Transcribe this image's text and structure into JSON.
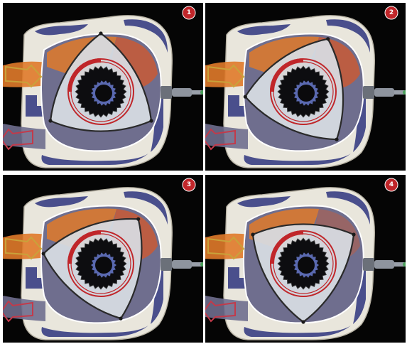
{
  "panels": [
    {
      "step": "1",
      "rotor_angle": 0
    },
    {
      "step": "2",
      "rotor_angle": 25
    },
    {
      "step": "3",
      "rotor_angle": 40
    },
    {
      "step": "4",
      "rotor_angle": 60
    }
  ],
  "colors": {
    "background": "#050505",
    "housing_fill": "#e9e6dc",
    "coolant_channel": "#4a4f8c",
    "intake_charge": "#e07a2a",
    "combustion_charge": "#d4582a",
    "exhaust_gas": "#6f6e8e",
    "rotor_face": "#d8dde4",
    "eccentric_shaft": "#0d0d10",
    "ring_gear": "#c0262a",
    "stationary_gear": "#5a69b0",
    "spark_plug": "#8e949e",
    "intake_arrow": "#c9a23a",
    "exhaust_arrow": "#c23a4a",
    "badge": "#c0262a"
  }
}
